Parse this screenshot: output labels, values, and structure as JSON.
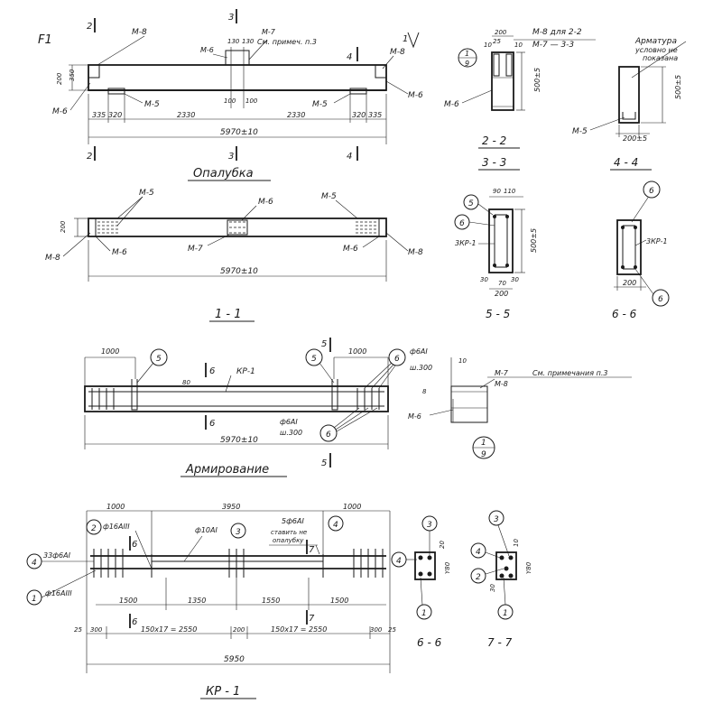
{
  "sheet_mark": "F1",
  "views": {
    "formwork": {
      "title": "Опалубка",
      "sec_2": "2",
      "sec_3": "3",
      "sec_4": "4",
      "sec_1": "1",
      "dim_130a": "130",
      "dim_130b": "130",
      "dim_200": "200",
      "dim_350": "350",
      "dim_100a": "100",
      "dim_100b": "100",
      "dim_335a": "335",
      "dim_320a": "320",
      "dim_2330a": "2330",
      "dim_2330b": "2330",
      "dim_320b": "320",
      "dim_335b": "335",
      "dim_total": "5970±10",
      "m8_left": "М-8",
      "m7": "М-7",
      "note_p3": "См. примеч. п.3",
      "m6_mid": "М-6",
      "m8_right": "М-8",
      "m6_left": "М-6",
      "m5_left": "М-5",
      "m5_right": "М-5",
      "m6_right": "М-6"
    },
    "section_11": {
      "title": "1 - 1",
      "m5_left": "М-5",
      "m6_top": "М-6",
      "m5_right": "М-5",
      "dim_200": "200",
      "m8_left": "М-8",
      "m6_left": "М-6",
      "m7": "М-7",
      "m6_right": "М-6",
      "m8_right": "М-8",
      "dim_total": "5970±10"
    },
    "section_22": {
      "title": "2 - 2",
      "dim_200": "200",
      "dim_25a": "25",
      "dim_10a": "10",
      "dim_10b": "10",
      "m8_note": "М-8 для 2-2",
      "m7_note": "М-7 — 3-3",
      "dim_500": "500±5",
      "m6": "М-6",
      "detail_top": "1",
      "detail_bottom": "9"
    },
    "section_33": {
      "title": "3 - 3"
    },
    "section_44": {
      "title": "4 - 4",
      "note_line1": "Арматура",
      "note_line2": "условно не",
      "note_line3": "показана",
      "dim_500": "500±5",
      "m5": "М-5",
      "dim_200": "200±5"
    },
    "section_55": {
      "title": "5 - 5",
      "dim_90": "90",
      "dim_110": "110",
      "dim_500": "500±5",
      "kr": "3КР-1",
      "dim_30a": "30",
      "dim_30b": "30",
      "dim_200": "200",
      "dim_70": "70",
      "callout_5": "5",
      "callout_6": "6"
    },
    "section_66a": {
      "title": "6 - 6",
      "kr": "3КР-1",
      "dim_200": "200",
      "callout_6a": "6",
      "callout_6b": "6"
    },
    "reinforcement": {
      "title": "Армирование",
      "dim_1000a": "1000",
      "dim_1000b": "1000",
      "callout_5a": "5",
      "callout_5b": "5",
      "callout_6a": "6",
      "callout_6b": "6",
      "sec_6": "6",
      "sec_5": "5",
      "kr": "КР-1",
      "dim_80": "80",
      "bar_top": "ф6АI",
      "pitch_top": "ш.300",
      "bar_bot": "ф6АI",
      "pitch_bot": "ш.300",
      "dim_total": "5970±10",
      "m7": "М-7",
      "note_p3": "См. примечания п.3",
      "m8": "М-8",
      "m6": "М-6",
      "dim_10": "10",
      "dim_8": "8",
      "detail_top": "1",
      "detail_bottom": "9"
    },
    "cage_kr1": {
      "title": "КР - 1",
      "dim_1000a": "1000",
      "dim_3950": "3950",
      "dim_1000b": "1000",
      "bar_16a": "ф16АIII",
      "bar_10": "ф10АI",
      "bar_5f6": "5ф6АI",
      "note_line1": "ставить не",
      "note_line2": "опалубку",
      "bar_33f6": "33ф6АI",
      "bar_16b": "ф16АIII",
      "dim_1500a": "1500",
      "dim_1350": "1350",
      "dim_1550": "1550",
      "dim_1500b": "1500",
      "dim_25a": "25",
      "dim_300a": "300",
      "pitch_left": "150х17 = 2550",
      "dim_200": "200",
      "pitch_right": "150х17 = 2550",
      "dim_300b": "300",
      "dim_25b": "25",
      "dim_total": "5950",
      "sec_6": "6",
      "sec_7": "7",
      "c1": "1",
      "c2": "2",
      "c3": "3",
      "c4": "4"
    },
    "section_66b": {
      "title": "6 - 6",
      "dim_20": "20",
      "dim_80": "Y80",
      "c3": "3",
      "c4": "4",
      "c1": "1"
    },
    "section_77": {
      "title": "7 - 7",
      "dim_10": "10",
      "dim_30": "30",
      "dim_80": "Y80",
      "c3": "3",
      "c4": "4",
      "c2": "2",
      "c1": "1"
    }
  }
}
